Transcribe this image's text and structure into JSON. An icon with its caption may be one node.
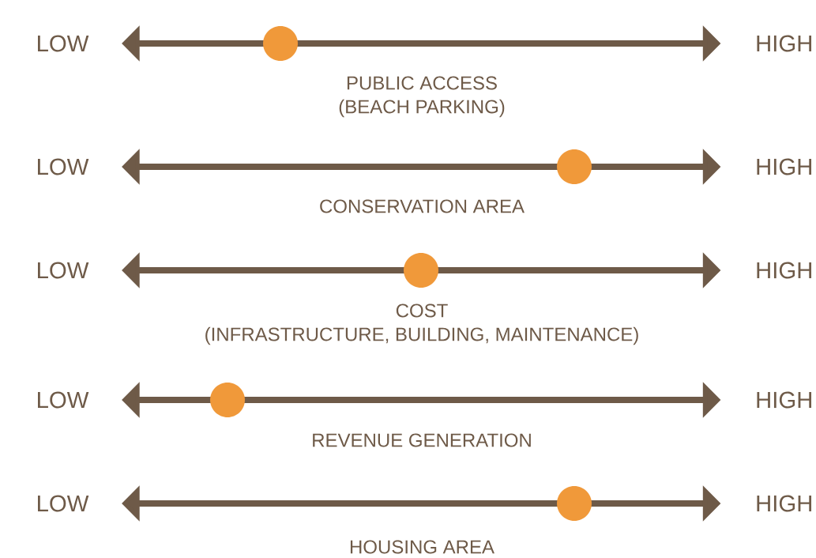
{
  "diagram": {
    "nodes": [
      {
        "text": [
          "LOW"
        ]
      },
      {
        "text": [
          "HIGH"
        ]
      },
      {
        "text": [
          "LOW"
        ]
      },
      {
        "text": [
          "HIGH"
        ]
      },
      {
        "text": [
          "LOW"
        ]
      },
      {
        "text": [
          "HIGH"
        ]
      },
      {
        "text": [
          "LOW"
        ]
      },
      {
        "text": [
          "HIGH"
        ]
      },
      {
        "text": [
          "LOW"
        ]
      },
      {
        "text": [
          "HIGH"
        ]
      }
    ],
    "edges": [
      {
        "from": 0,
        "to": 1,
        "arrow": "both"
      },
      {
        "from": 2,
        "to": 3,
        "arrow": "both"
      },
      {
        "from": 4,
        "to": 5,
        "arrow": "both"
      },
      {
        "from": 6,
        "to": 7,
        "arrow": "both"
      },
      {
        "from": 8,
        "to": 9,
        "arrow": "both"
      }
    ],
    "labels": [
      "PUBLIC ACCESS",
      "(BEACH PARKING)",
      "CONSERVATION AREA",
      "COST",
      "(INFRASTRUCTURE, BUILDING, MAINTENANCE)",
      "REVENUE GENERATION",
      "HOUSING AREA"
    ]
  }
}
